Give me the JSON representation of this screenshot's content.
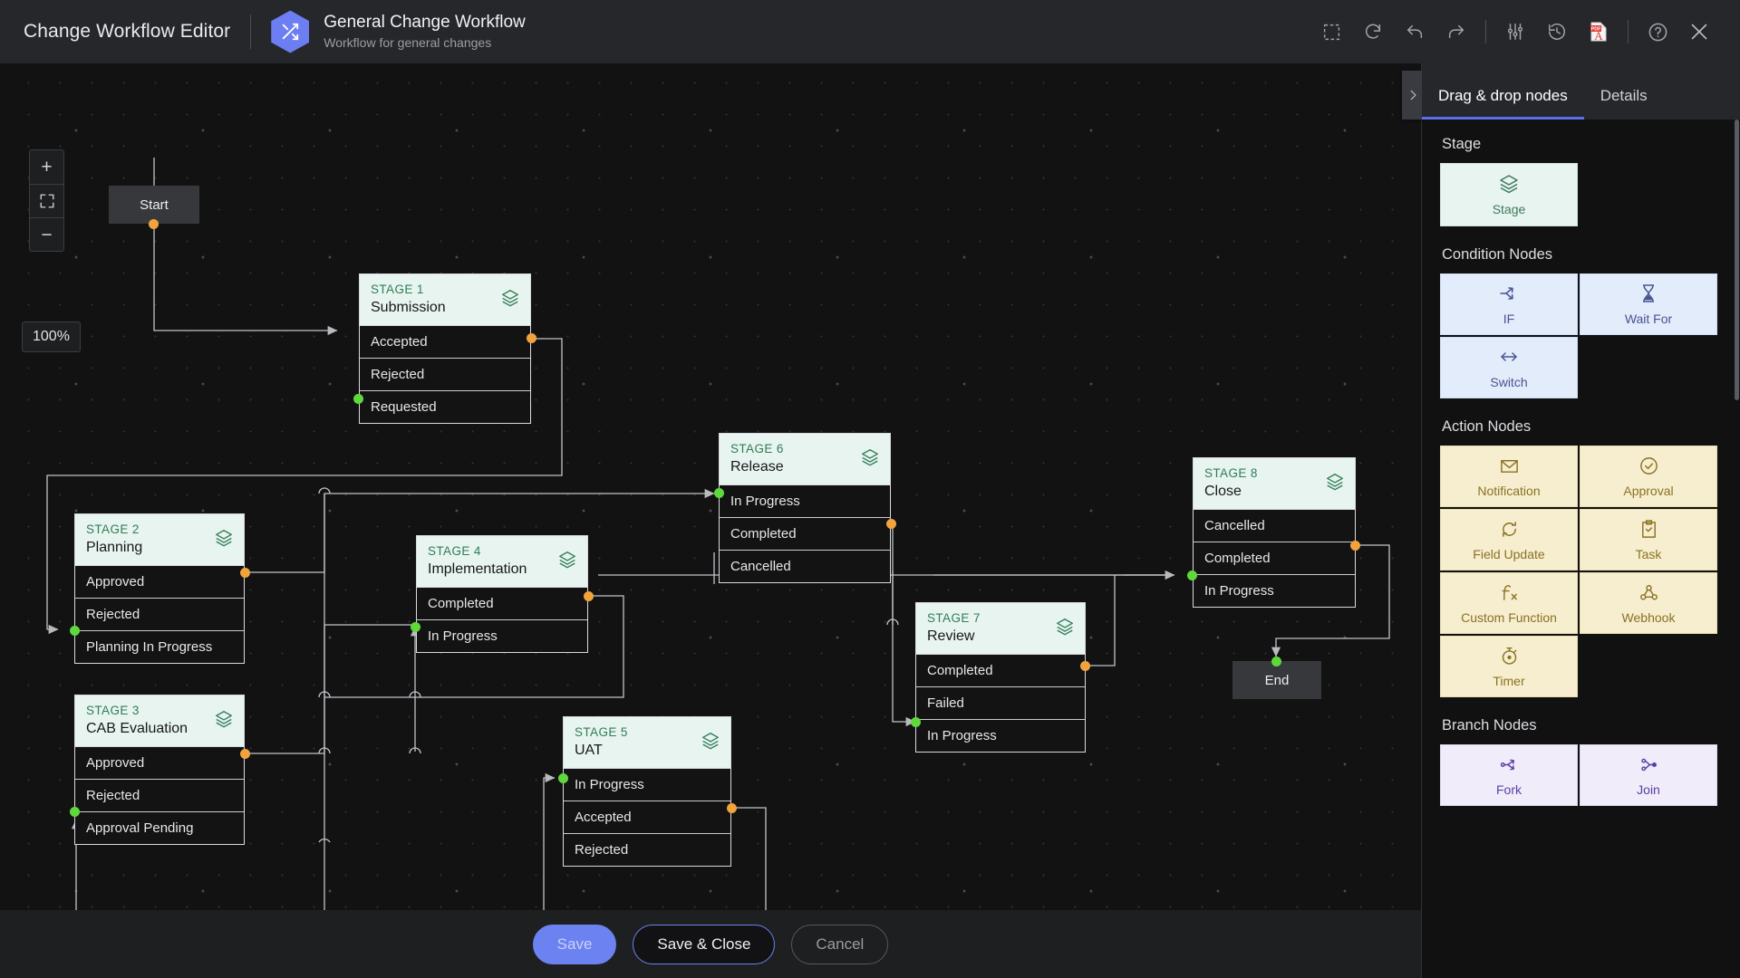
{
  "header": {
    "app_title": "Change Workflow Editor",
    "workflow_name": "General Change Workflow",
    "workflow_description": "Workflow for general changes",
    "logo_icon": "shuffle-icon",
    "tools": [
      {
        "name": "marquee-select-icon",
        "label": "Select"
      },
      {
        "name": "refresh-icon",
        "label": "Refresh"
      },
      {
        "name": "undo-icon",
        "label": "Undo"
      },
      {
        "name": "redo-icon",
        "label": "Redo"
      },
      {
        "name": "separator",
        "label": ""
      },
      {
        "name": "settings-sliders-icon",
        "label": "Settings"
      },
      {
        "name": "history-icon",
        "label": "History"
      },
      {
        "name": "pdf-export-icon",
        "label": "Export PDF"
      },
      {
        "name": "separator",
        "label": ""
      },
      {
        "name": "help-icon",
        "label": "Help"
      },
      {
        "name": "close-icon",
        "label": "Close"
      }
    ]
  },
  "canvas": {
    "zoom_level": "100%",
    "zoom_in_label": "+",
    "zoom_fit_label": "fit-screen-icon",
    "zoom_out_label": "−",
    "start_node": "Start",
    "end_node": "End",
    "stage_icon": "layers-icon",
    "stages": [
      {
        "num": "STAGE 1",
        "name": "Submission",
        "rows": [
          "Accepted",
          "Rejected",
          "Requested"
        ]
      },
      {
        "num": "STAGE 2",
        "name": "Planning",
        "rows": [
          "Approved",
          "Rejected",
          "Planning In Progress"
        ]
      },
      {
        "num": "STAGE 3",
        "name": "CAB Evaluation",
        "rows": [
          "Approved",
          "Rejected",
          "Approval Pending"
        ]
      },
      {
        "num": "STAGE 4",
        "name": "Implementation",
        "rows": [
          "Completed",
          "In Progress"
        ]
      },
      {
        "num": "STAGE 5",
        "name": "UAT",
        "rows": [
          "In Progress",
          "Accepted",
          "Rejected"
        ]
      },
      {
        "num": "STAGE 6",
        "name": "Release",
        "rows": [
          "In Progress",
          "Completed",
          "Cancelled"
        ]
      },
      {
        "num": "STAGE 7",
        "name": "Review",
        "rows": [
          "Completed",
          "Failed",
          "In Progress"
        ]
      },
      {
        "num": "STAGE 8",
        "name": "Close",
        "rows": [
          "Cancelled",
          "Completed",
          "In Progress"
        ]
      }
    ]
  },
  "footer": {
    "save_label": "Save",
    "save_close_label": "Save & Close",
    "cancel_label": "Cancel"
  },
  "panel": {
    "collapse_icon": "chevron-right-icon",
    "tabs": [
      {
        "label": "Drag & drop nodes",
        "active": true
      },
      {
        "label": "Details",
        "active": false
      }
    ],
    "sections": [
      {
        "title": "Stage",
        "kind": "stage",
        "items": [
          {
            "label": "Stage",
            "icon": "layers-icon"
          }
        ]
      },
      {
        "title": "Condition Nodes",
        "kind": "cond",
        "items": [
          {
            "label": "IF",
            "icon": "branch-arrow-icon"
          },
          {
            "label": "Wait For",
            "icon": "hourglass-icon"
          },
          {
            "label": "Switch",
            "icon": "switch-arrows-icon"
          }
        ]
      },
      {
        "title": "Action Nodes",
        "kind": "act",
        "items": [
          {
            "label": "Notification",
            "icon": "envelope-icon"
          },
          {
            "label": "Approval",
            "icon": "check-circle-icon"
          },
          {
            "label": "Field Update",
            "icon": "refresh-circle-icon"
          },
          {
            "label": "Task",
            "icon": "clipboard-check-icon"
          },
          {
            "label": "Custom Function",
            "icon": "function-fx-icon"
          },
          {
            "label": "Webhook",
            "icon": "webhook-icon"
          },
          {
            "label": "Timer",
            "icon": "stopwatch-icon"
          }
        ]
      },
      {
        "title": "Branch Nodes",
        "kind": "br",
        "items": [
          {
            "label": "Fork",
            "icon": "fork-icon"
          },
          {
            "label": "Join",
            "icon": "join-icon"
          }
        ]
      }
    ]
  },
  "colors": {
    "accent_blue": "#6c82f0",
    "stage_header_bg": "#e8f4ef",
    "stage_num_text": "#2f7d59",
    "port_out": "#f2a33c",
    "port_in": "#5fd83c",
    "edge": "#c9cbce"
  }
}
